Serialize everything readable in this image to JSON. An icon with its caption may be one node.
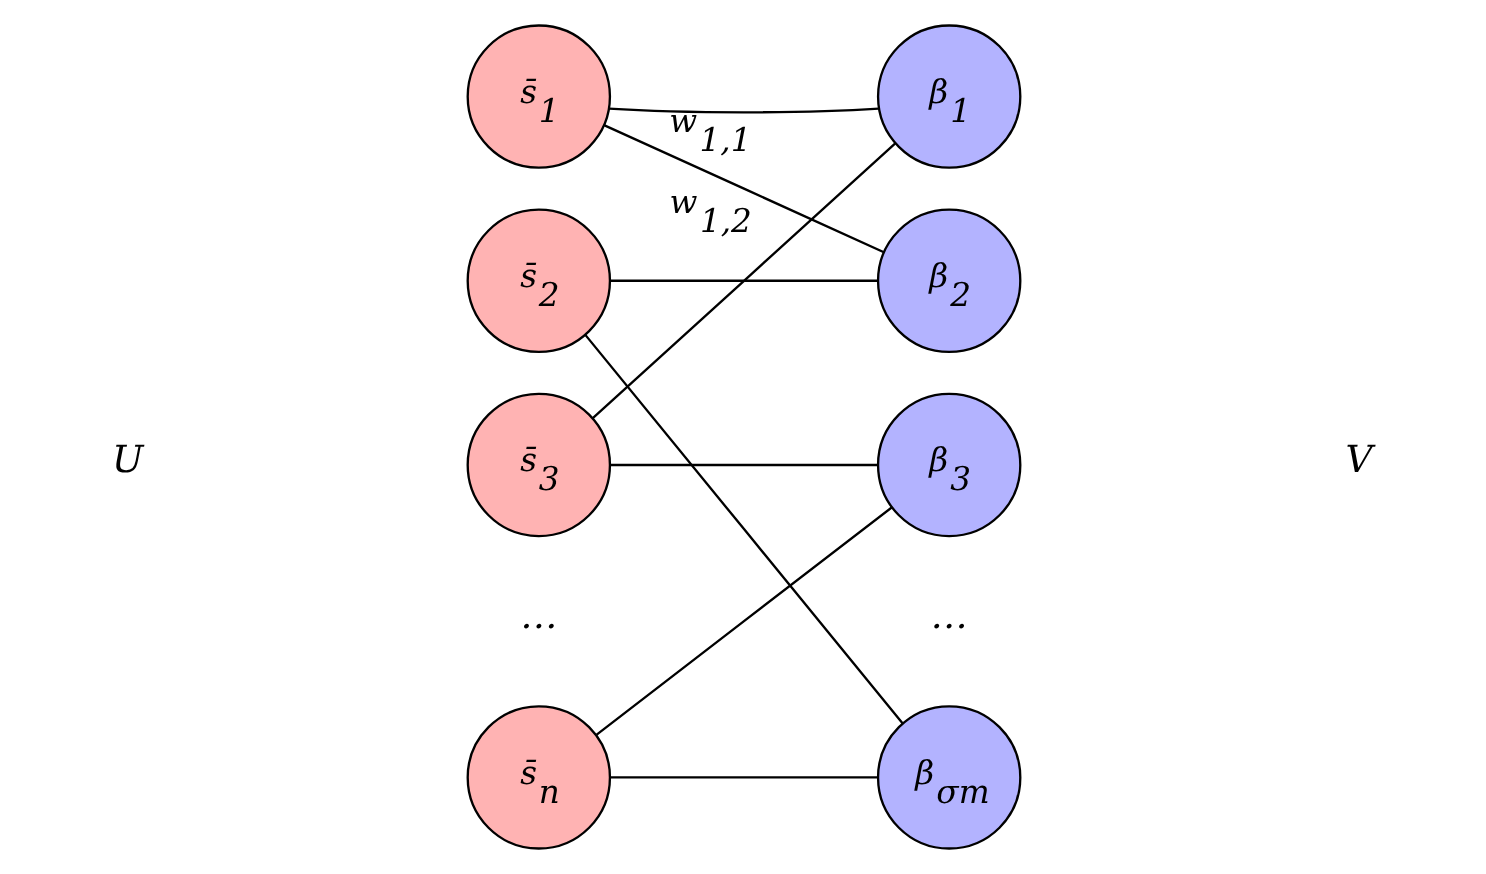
{
  "diagram": {
    "nodes": [
      {
        "text": [
          "s̄$_{1}$"
        ]
      },
      {
        "text": [
          "s̄$_{2}$"
        ]
      },
      {
        "text": [
          "s̄$_{3}$"
        ]
      },
      {
        "text": [
          "s̄$_{n}$"
        ]
      },
      {
        "text": [
          "β$_{1}$"
        ]
      },
      {
        "text": [
          "β$_{2}$"
        ]
      },
      {
        "text": [
          "β$_{3}$"
        ]
      },
      {
        "text": [
          "β$_{σm}$"
        ]
      }
    ],
    "edges": [
      {
        "from": 0,
        "to": 4,
        "arrow": "none",
        "label": "w$_{1,1}$"
      },
      {
        "from": 0,
        "to": 5,
        "arrow": "none",
        "label": "w$_{1,2}$"
      },
      {
        "from": 1,
        "to": 5,
        "arrow": "none"
      },
      {
        "from": 1,
        "to": 7,
        "arrow": "none"
      },
      {
        "from": 2,
        "to": 4,
        "arrow": "none"
      },
      {
        "from": 2,
        "to": 6,
        "arrow": "none"
      },
      {
        "from": 3,
        "to": 6,
        "arrow": "none"
      },
      {
        "from": 3,
        "to": 7,
        "arrow": "none"
      }
    ],
    "labels": [
      "U",
      "V",
      "…",
      "…"
    ]
  }
}
